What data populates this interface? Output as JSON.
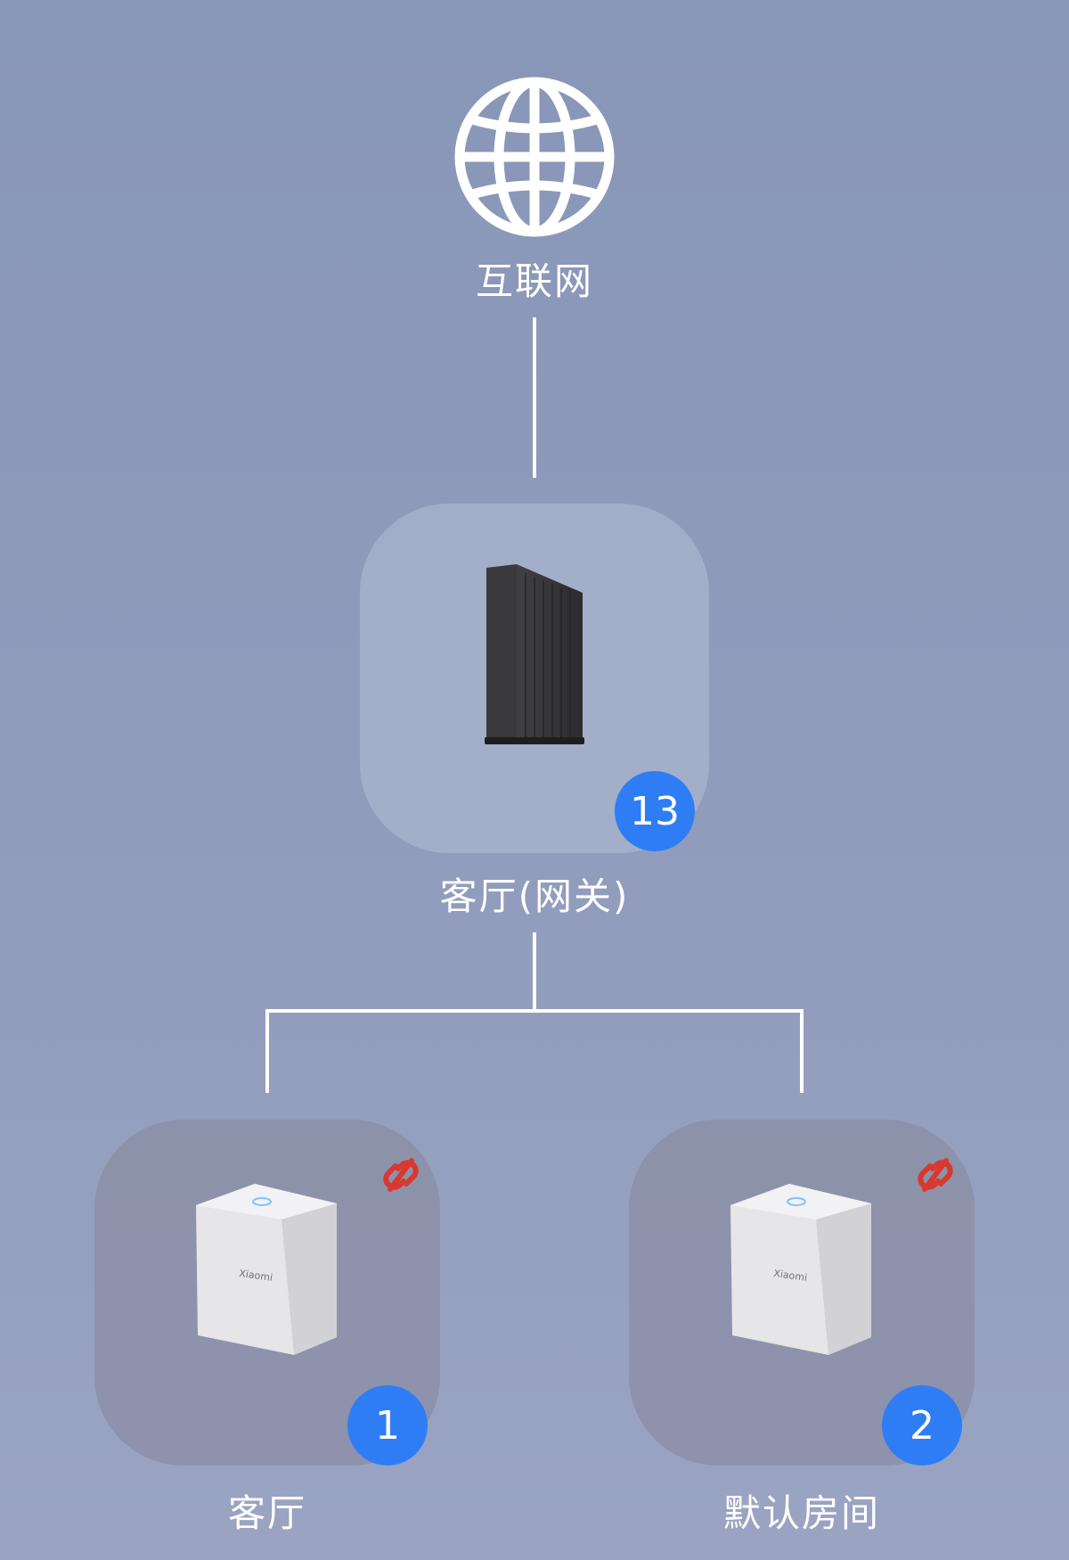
{
  "internet": {
    "label": "互联网",
    "icon": "globe-icon"
  },
  "gateway": {
    "label": "客厅(网关)",
    "count": "13",
    "icon": "router-tower-icon"
  },
  "nodes": [
    {
      "label": "客厅",
      "count": "1",
      "icon": "mesh-node-icon",
      "status_icon": "disconnected-link-icon"
    },
    {
      "label": "默认房间",
      "count": "2",
      "icon": "mesh-node-icon",
      "status_icon": "disconnected-link-icon"
    }
  ],
  "colors": {
    "badge": "#2f7df5",
    "disconnect": "#d9382f",
    "line": "#ffffff"
  }
}
